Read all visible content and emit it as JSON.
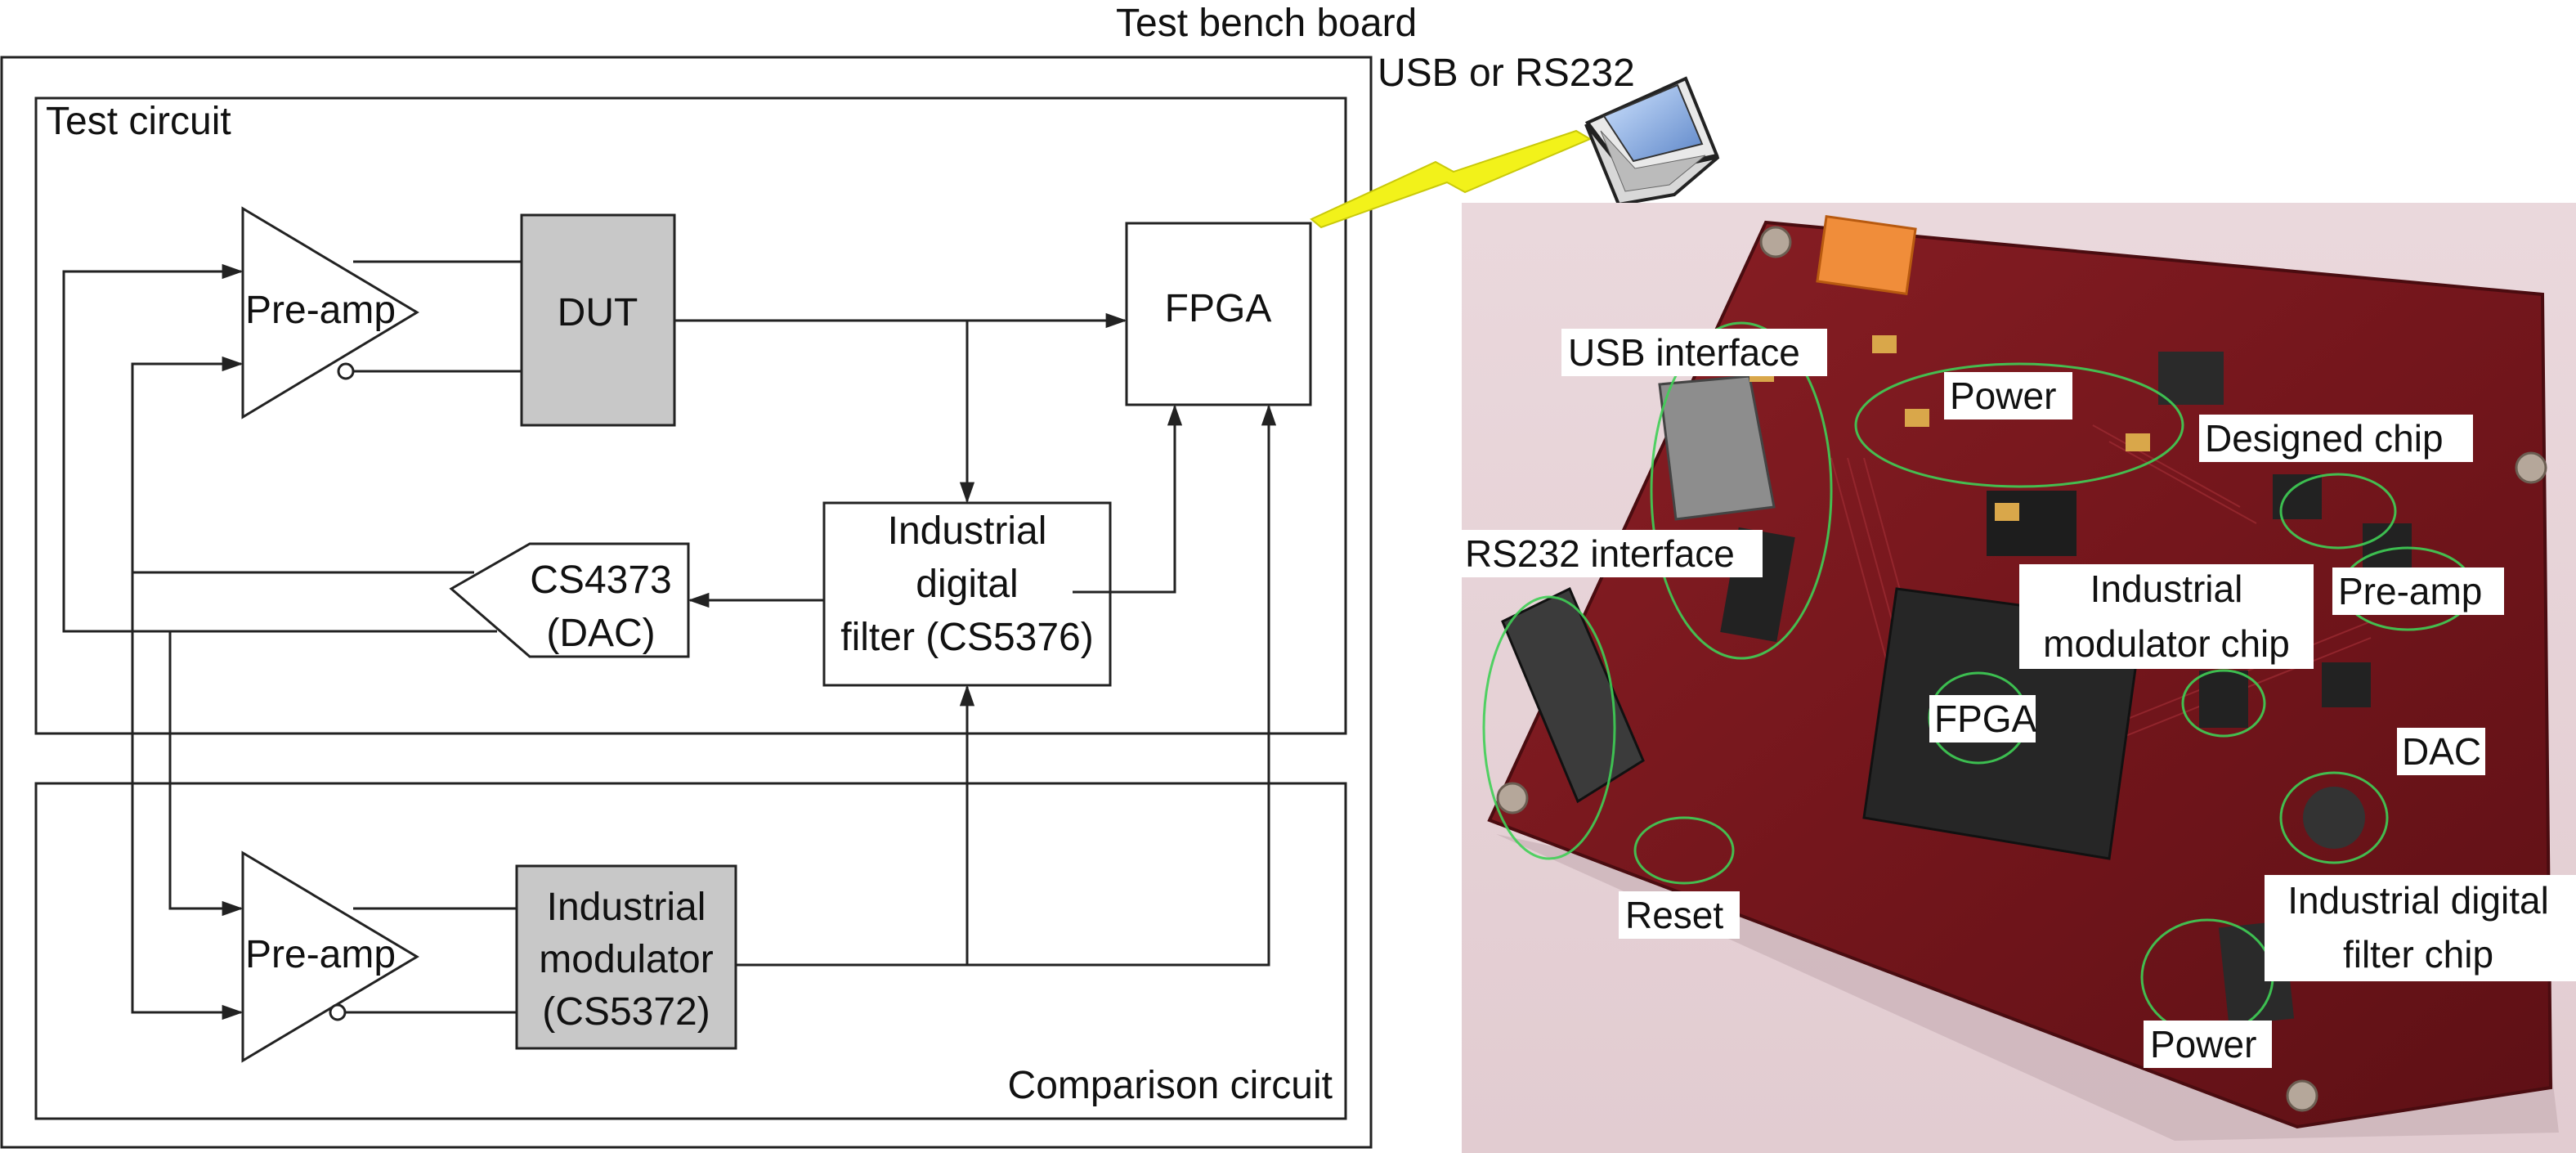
{
  "diagram": {
    "test_bench_label": "Test bench board",
    "link_label": "USB or RS232",
    "test_circuit_label": "Test circuit",
    "comparison_circuit_label": "Comparison circuit",
    "preamp_top": "Pre-amp",
    "preamp_bottom": "Pre-amp",
    "dut": "DUT",
    "fpga": "FPGA",
    "filter": [
      "Industrial",
      "digital",
      "filter (CS5376)"
    ],
    "dac": [
      "CS4373",
      "(DAC)"
    ],
    "modulator": [
      "Industrial",
      "modulator",
      "(CS5372)"
    ]
  },
  "photo": {
    "labels": {
      "usb_interface": "USB interface",
      "power_top": "Power",
      "designed_chip": "Designed chip",
      "rs232_interface": "RS232 interface",
      "industrial_modulator_chip": [
        "Industrial",
        "modulator chip"
      ],
      "pre_amp": "Pre-amp",
      "fpga": "FPGA",
      "dac": "DAC",
      "reset": "Reset",
      "industrial_digital_filter_chip": [
        "Industrial digital",
        "filter chip"
      ],
      "power_bottom": "Power"
    }
  },
  "colors": {
    "board": "#7a1a1e",
    "board_edge": "#4a0c10",
    "background_photo": "#e7d3d8",
    "highlight_ring": "#3fcf55",
    "lightning": "#f2f21a",
    "block_gray": "#c8c8c8"
  }
}
